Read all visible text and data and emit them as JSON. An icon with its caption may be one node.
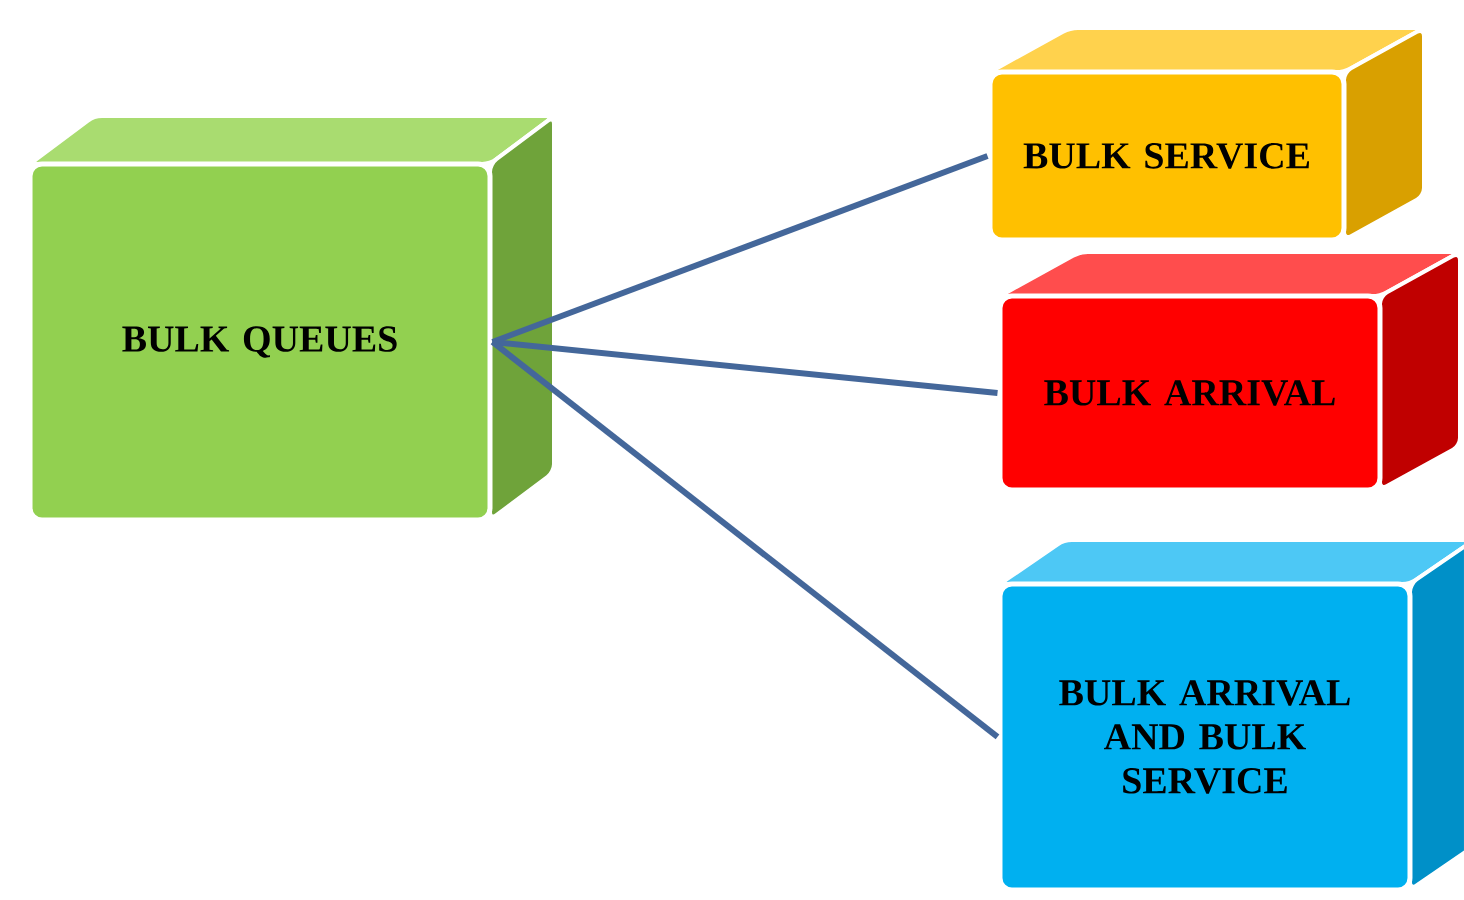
{
  "diagram": {
    "nodes": [
      {
        "text": [
          "BULK QUEUES"
        ]
      },
      {
        "text": [
          "BULK SERVICE"
        ]
      },
      {
        "text": [
          "BULK ARRIVAL"
        ]
      },
      {
        "text": [
          "BULK ARRIVAL AND BULK SERVICE"
        ]
      }
    ],
    "edges": [
      {
        "from": 0,
        "to": 1,
        "arrow": "none"
      },
      {
        "from": 0,
        "to": 2,
        "arrow": "none"
      },
      {
        "from": 0,
        "to": 3,
        "arrow": "none"
      }
    ]
  }
}
